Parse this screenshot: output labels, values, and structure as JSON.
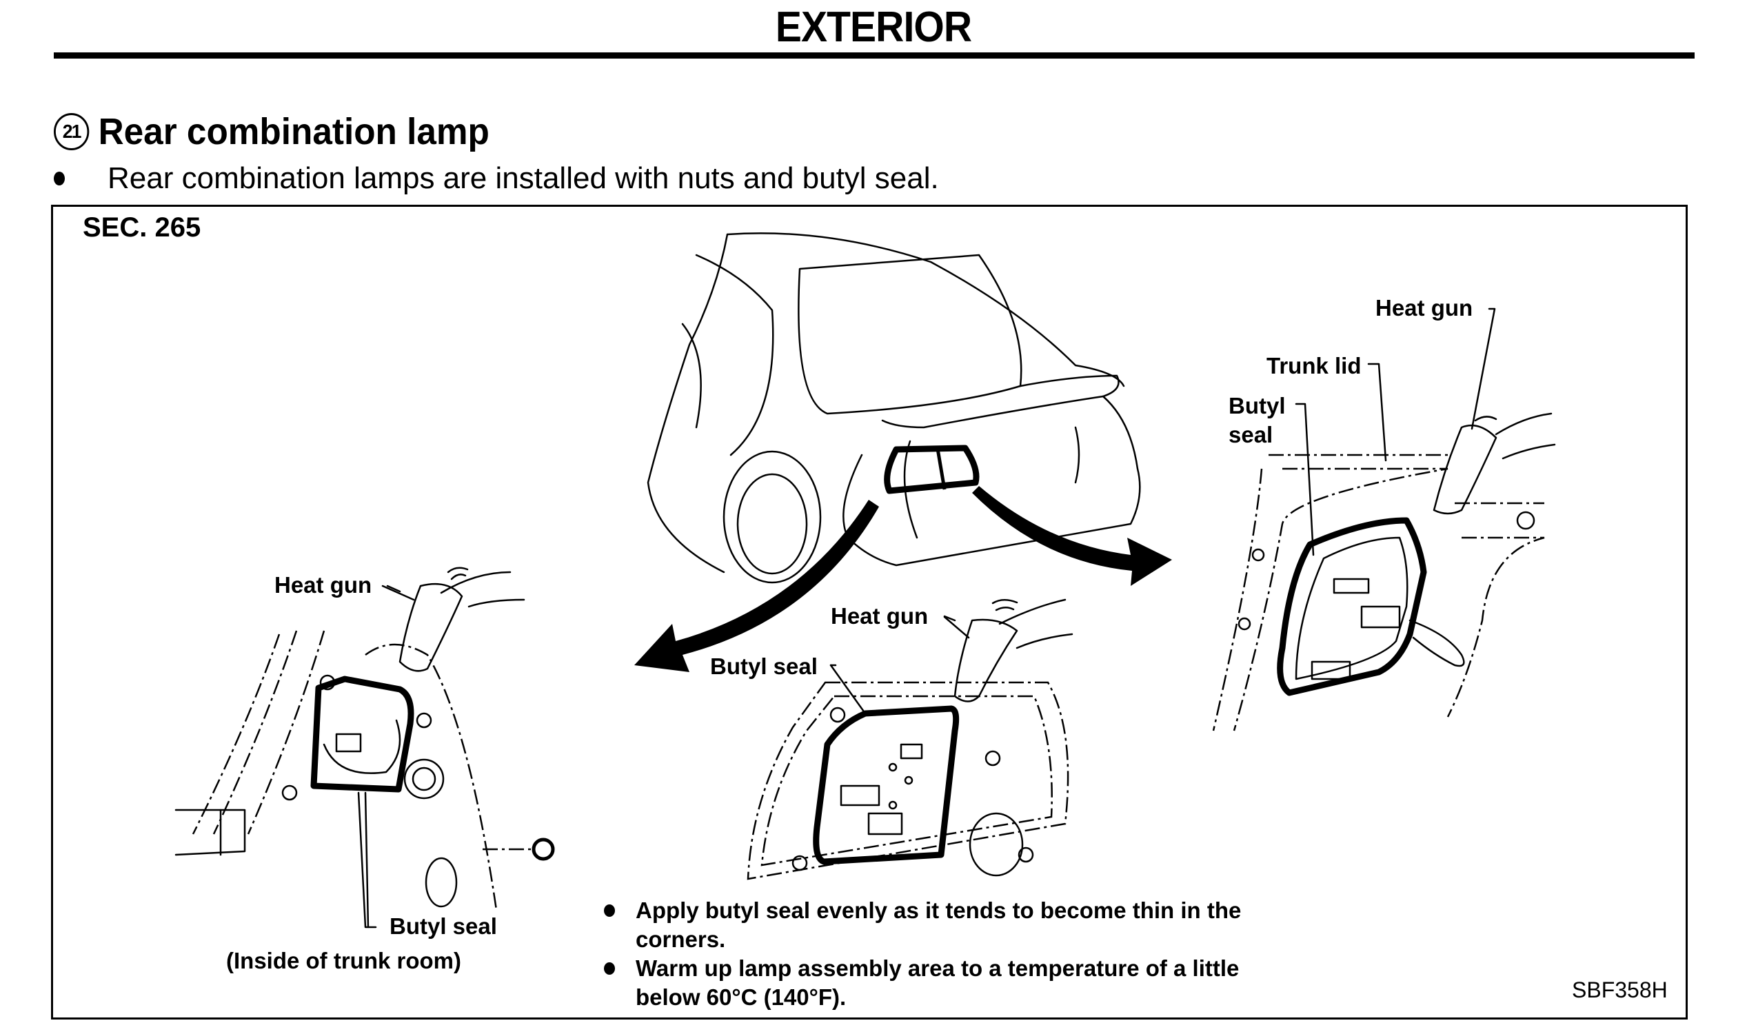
{
  "header": {
    "title": "EXTERIOR"
  },
  "section": {
    "number": "21",
    "title": "Rear combination lamp",
    "intro_bullet": "Rear combination lamps are installed with nuts and butyl seal."
  },
  "figure": {
    "section_code": "SEC. 265",
    "figure_id": "SBF358H",
    "left_view": {
      "heat_gun_label": "Heat gun",
      "butyl_seal_label": "Butyl seal",
      "caption": "(Inside of trunk room)"
    },
    "center_view": {
      "heat_gun_label": "Heat gun",
      "butyl_seal_label": "Butyl seal"
    },
    "right_view": {
      "heat_gun_label": "Heat gun",
      "trunk_lid_label": "Trunk lid",
      "butyl_seal_label_line1": "Butyl",
      "butyl_seal_label_line2": "seal"
    },
    "notes": [
      {
        "line1": "Apply butyl seal evenly as it tends to become thin in the",
        "line2": "corners."
      },
      {
        "line1": "Warm up lamp assembly area to a temperature of a little",
        "line2": "below 60°C (140°F)."
      }
    ]
  }
}
